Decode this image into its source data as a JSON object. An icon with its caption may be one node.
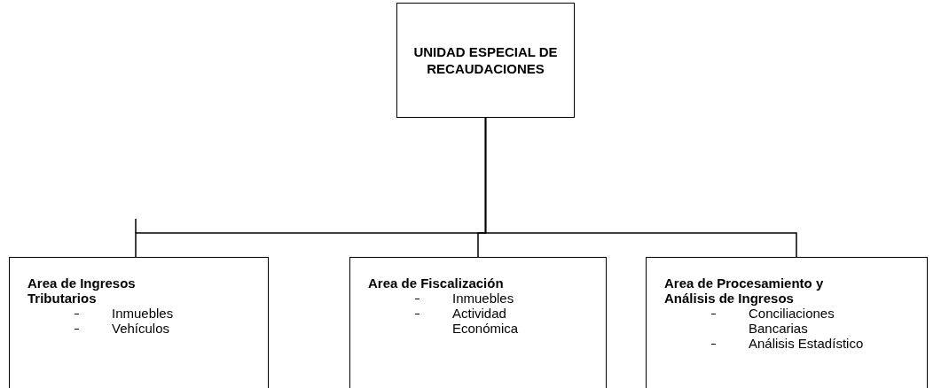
{
  "diagram": {
    "nodes": [
      {
        "text": [
          "UNIDAD ESPECIAL DE RECAUDACIONES"
        ]
      },
      {
        "text": [
          "Area de Ingresos Tributarios",
          "Inmuebles",
          "Vehículos"
        ]
      },
      {
        "text": [
          "Area de Fiscalización",
          "Inmuebles",
          "Actividad Económica"
        ]
      },
      {
        "text": [
          "Area de Procesamiento y Análisis de Ingresos",
          "Conciliaciones Bancarias",
          "Análisis Estadístico"
        ]
      }
    ],
    "edges": [
      {
        "from": 0,
        "to": 1,
        "arrow": "none"
      },
      {
        "from": 0,
        "to": 2,
        "arrow": "none"
      },
      {
        "from": 0,
        "to": 3,
        "arrow": "none"
      }
    ]
  }
}
